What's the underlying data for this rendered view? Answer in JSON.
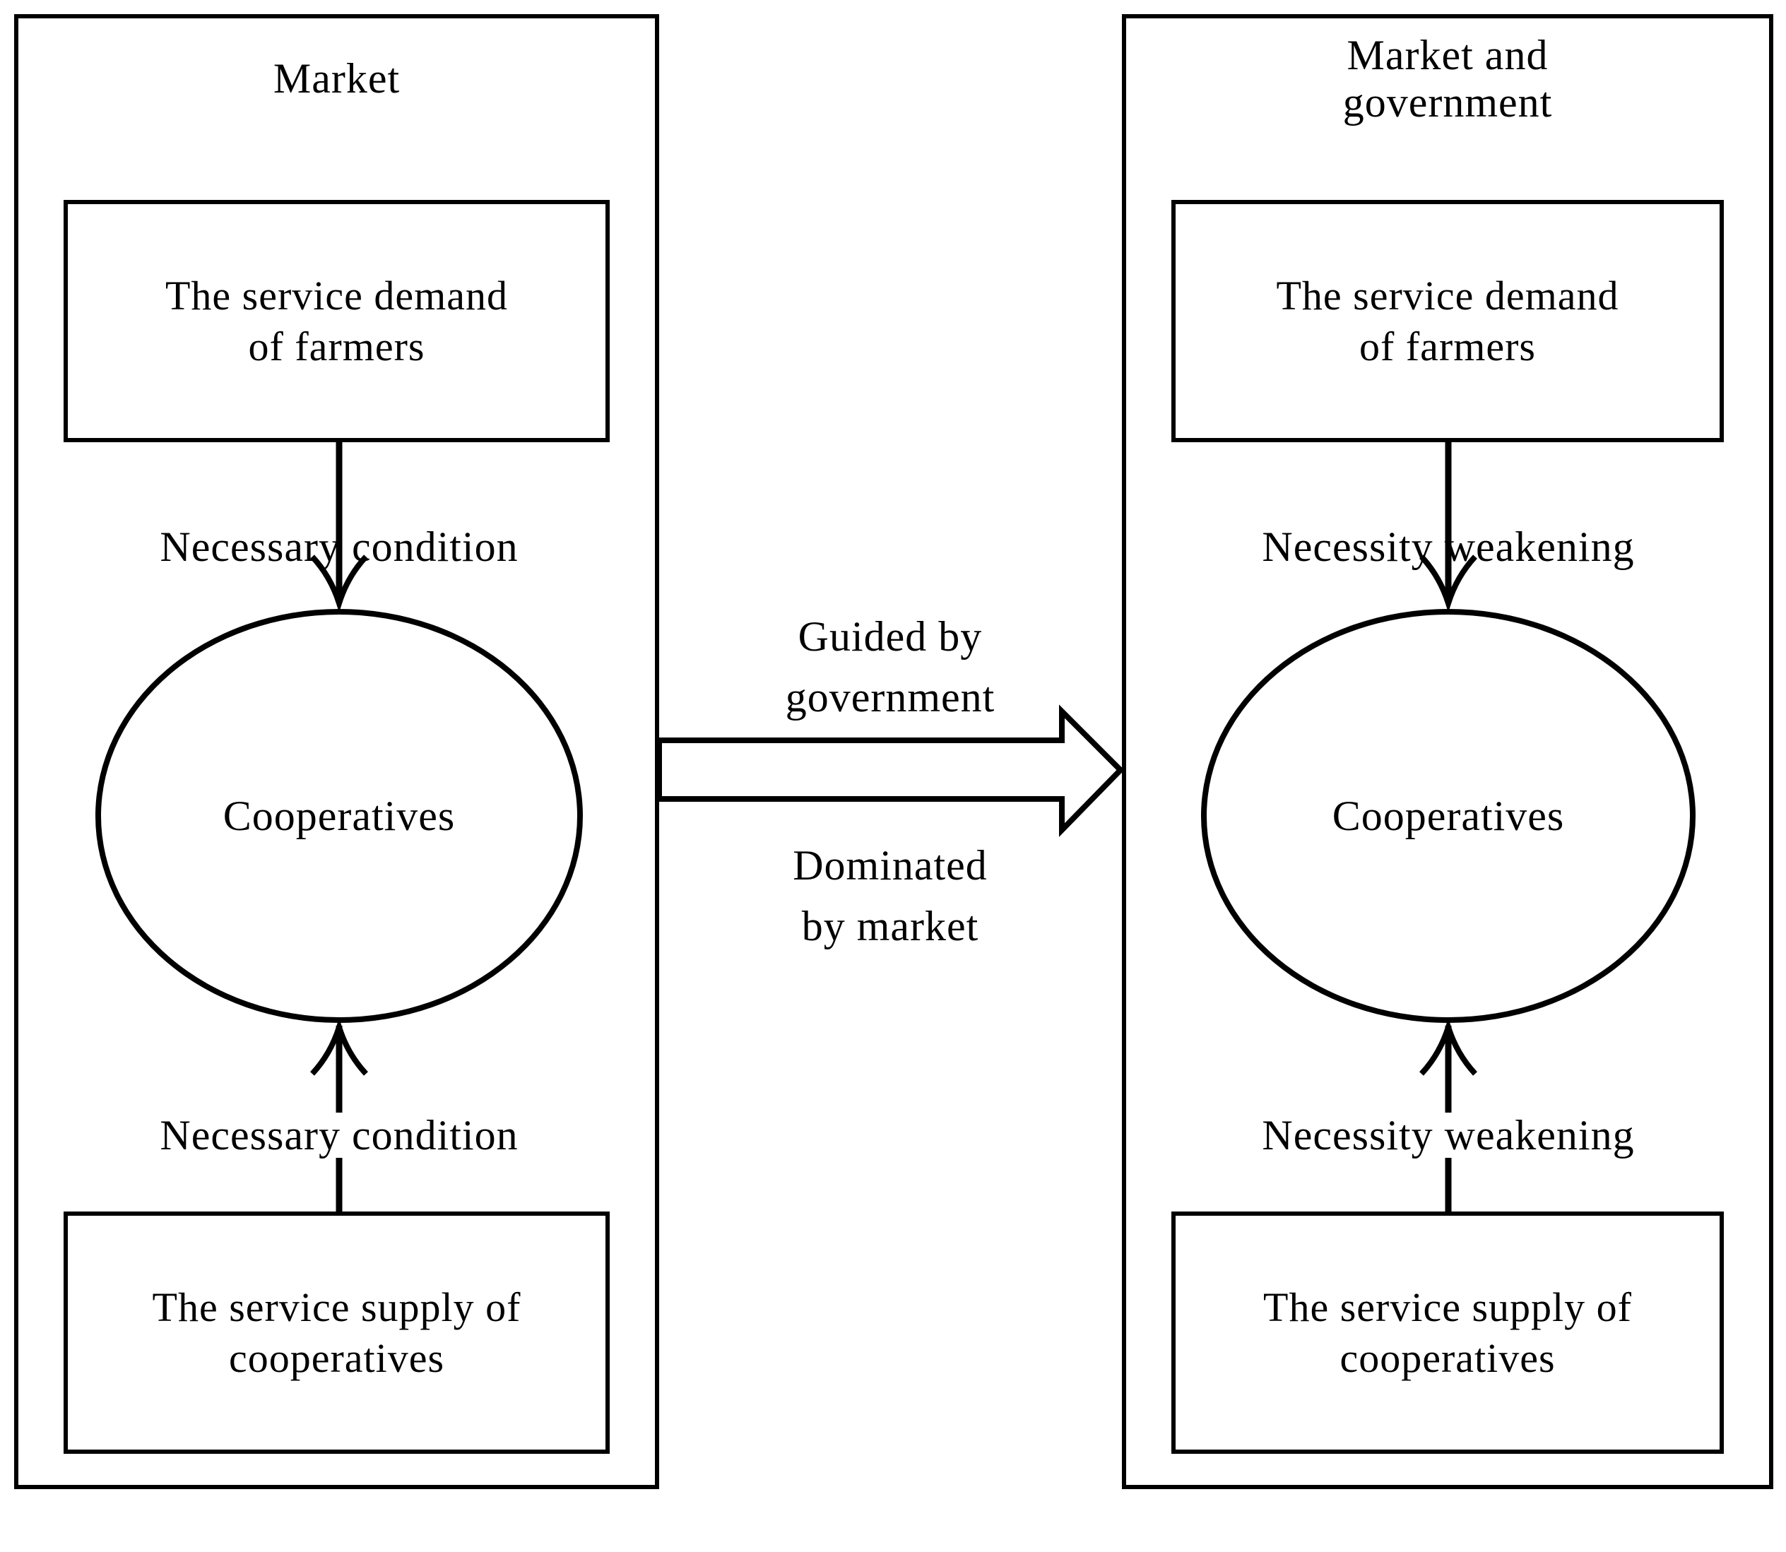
{
  "diagram": {
    "left_panel": {
      "title": "Market",
      "demand_box": {
        "line1": "The service demand",
        "line2": "of farmers"
      },
      "top_arrow_label": "Necessary condition",
      "ellipse_label": "Cooperatives",
      "bottom_arrow_label": "Necessary condition",
      "supply_box": {
        "line1": "The service supply of",
        "line2": "cooperatives"
      }
    },
    "right_panel": {
      "title": {
        "line1": "Market and",
        "line2": "government"
      },
      "demand_box": {
        "line1": "The service demand",
        "line2": "of farmers"
      },
      "top_arrow_label": "Necessity weakening",
      "ellipse_label": "Cooperatives",
      "bottom_arrow_label": "Necessity weakening",
      "supply_box": {
        "line1": "The service supply of",
        "line2": "cooperatives"
      }
    },
    "transition_arrow": {
      "top_label": {
        "line1": "Guided by",
        "line2": "government"
      },
      "bottom_label": {
        "line1": "Dominated",
        "line2": "by market"
      }
    },
    "colors": {
      "stroke": "#000000",
      "background": "#ffffff"
    }
  }
}
